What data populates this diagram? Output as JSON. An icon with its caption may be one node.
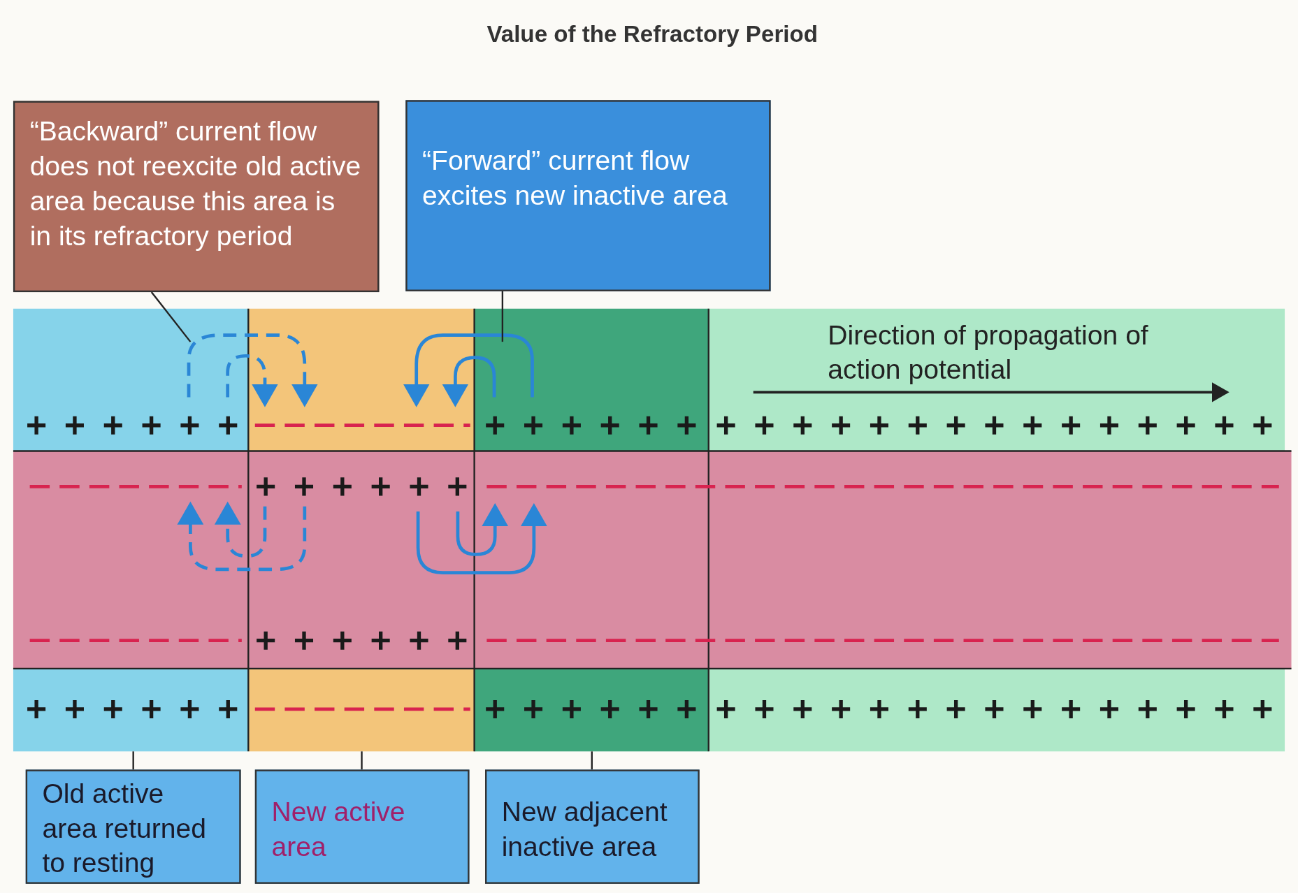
{
  "diagram": {
    "title": "Value of the Refractory Period",
    "nodes": [
      {
        "text": [
          "“Backward” current flow does not reexcite old active area because this area is in its refractory period"
        ]
      },
      {
        "text": [
          "“Forward” current flow excites new inactive area"
        ]
      },
      {
        "text": [
          "Old active area returned to resting"
        ]
      },
      {
        "text": [
          "New active area"
        ]
      },
      {
        "text": [
          "New adjacent inactive area"
        ]
      },
      {
        "text": [],
        "shape": "picture"
      },
      {
        "text": [],
        "shape": "picture"
      },
      {
        "text": [],
        "shape": "box"
      },
      {
        "text": [],
        "shape": "box"
      },
      {
        "text": [],
        "shape": "box"
      }
    ],
    "edges": [
      {
        "from": 0,
        "to": 5,
        "arrow": "none"
      },
      {
        "from": 1,
        "to": 6,
        "arrow": "none"
      },
      {
        "from": 2,
        "to": 7,
        "arrow": "none"
      },
      {
        "from": 3,
        "to": 8,
        "arrow": "none"
      },
      {
        "from": 4,
        "to": 9,
        "arrow": "none"
      }
    ],
    "labels": [
      "Direction of propagation of action potential"
    ]
  }
}
